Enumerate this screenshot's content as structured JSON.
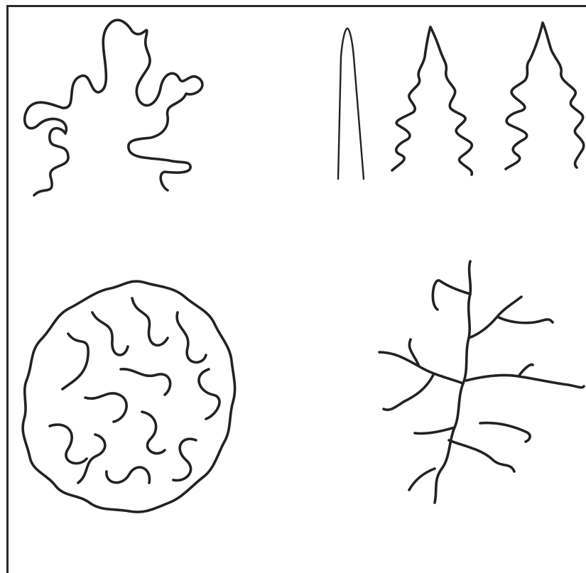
{
  "figure": {
    "panels": [
      {
        "id": "lobed-outline",
        "description_hidden": true
      },
      {
        "id": "cone-sequence",
        "description_hidden": true
      },
      {
        "id": "circular-labyrinth",
        "description_hidden": true
      },
      {
        "id": "branching-structure",
        "description_hidden": true
      }
    ],
    "colors": {
      "ink": "#222222",
      "frame": "#2a2a2a",
      "background": "#ffffff"
    }
  }
}
